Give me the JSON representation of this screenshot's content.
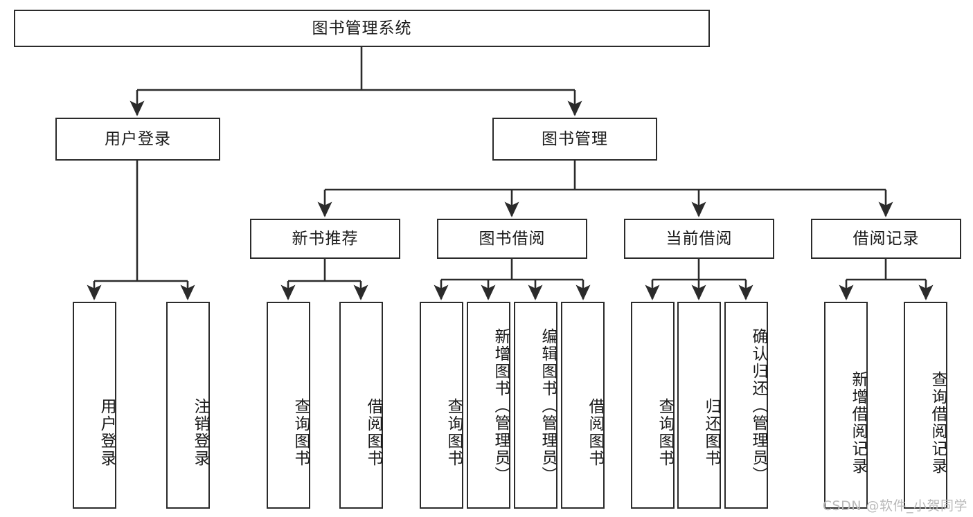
{
  "diagram": {
    "type": "tree-hierarchy-chart",
    "title": "图书管理系统",
    "watermark": "CSDN @软件_小贺同学",
    "colors": {
      "box_border": "#2b2b2b",
      "box_fill": "#ffffff",
      "connector": "#2b2b2b",
      "text": "#1a1a1a",
      "watermark": "#b9b9b9",
      "background": "#ffffff"
    },
    "root": {
      "label": "图书管理系统"
    },
    "level2": [
      {
        "label": "用户登录"
      },
      {
        "label": "图书管理"
      }
    ],
    "level3": [
      {
        "label": "新书推荐"
      },
      {
        "label": "图书借阅"
      },
      {
        "label": "当前借阅"
      },
      {
        "label": "借阅记录"
      }
    ],
    "leaves": {
      "user_login": [
        {
          "label": "用户登录"
        },
        {
          "label": "注销登录"
        }
      ],
      "new_book_recommend": [
        {
          "label": "查询图书"
        },
        {
          "label": "借阅图书"
        }
      ],
      "book_borrow": [
        {
          "label": "查询图书"
        },
        {
          "label": "新增图书（管理员）"
        },
        {
          "label": "编辑图书（管理员）"
        },
        {
          "label": "借阅图书"
        }
      ],
      "current_borrow": [
        {
          "label": "查询图书"
        },
        {
          "label": "归还图书"
        },
        {
          "label": "确认归还（管理员）"
        }
      ],
      "borrow_record": [
        {
          "label": "新增借阅记录"
        },
        {
          "label": "查询借阅记录"
        }
      ]
    }
  }
}
